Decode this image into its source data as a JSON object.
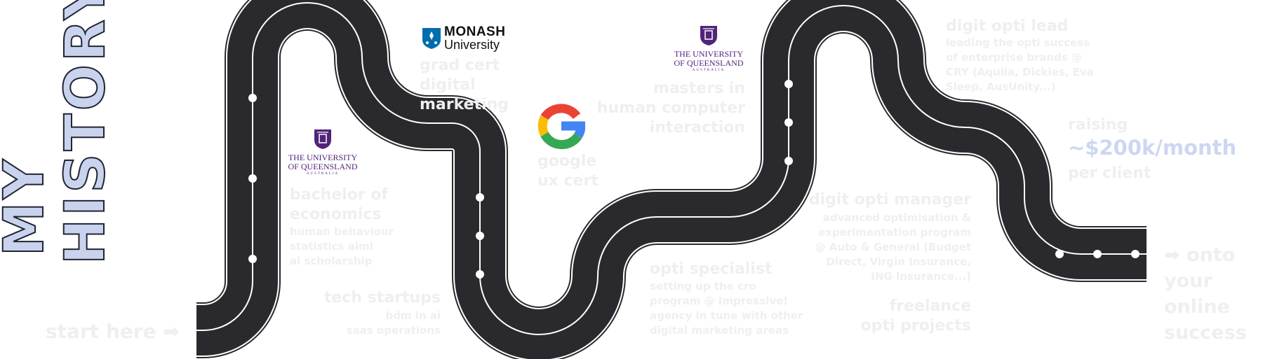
{
  "title": {
    "line1": "MY",
    "line2": "HISTORY"
  },
  "start": "start here ➡",
  "logos": {
    "uq_line1": "THE UNIVERSITY",
    "uq_line2": "OF QUEENSLAND",
    "uq_line3": "AUSTRALIA",
    "monash_line1": "MONASH",
    "monash_line2": "University",
    "google": "G"
  },
  "milestones": {
    "economics": {
      "title": "bachelor of economics",
      "sub": "human behaviour\nstatistics aiml\nai scholarship"
    },
    "startups": {
      "title": "tech startups",
      "sub": "bdm in ai\nsaas operations"
    },
    "monash": {
      "title": "grad cert digital marketing"
    },
    "google": {
      "title": "google ux cert"
    },
    "masters": {
      "title": "masters in human computer interaction"
    },
    "opti_specialist": {
      "title": "opti specialist",
      "sub": "setting up the cro\nprogram @ Impressive!\nagency in tune with other\ndigital marketing areas"
    },
    "opti_manager": {
      "title": "digit opti manager",
      "sub": "advanced optimisation &\nexperimentation program\n@ Auto & General (Budget\nDirect, Virgin Insurance,\nING Insurance...)"
    },
    "freelance": {
      "title": "freelance\nopti projects"
    },
    "opti_lead": {
      "title": "digit opti lead",
      "sub": "leading the opti success\nof enterprise brands @\nCRY (Aquila, Dickies, Eva\nSleep, AusUnity...)"
    },
    "raising": {
      "pre": "raising",
      "amount": "~$200k/month",
      "post": "per client"
    },
    "end": "➡ onto\nyour\nonline\nsuccess"
  },
  "colors": {
    "road": "#2a2a2e",
    "lane": "#ffffff",
    "title_fill": "#c9d3ee",
    "title_stroke": "#1f2433",
    "faint_text": "#efeff1",
    "accent_text": "#cdd6f2",
    "uq_purple": "#51247a",
    "monash_blue": "#006dae",
    "google_blue": "#4285f4",
    "google_red": "#ea4335",
    "google_yellow": "#fbbc05",
    "google_green": "#34a853"
  }
}
